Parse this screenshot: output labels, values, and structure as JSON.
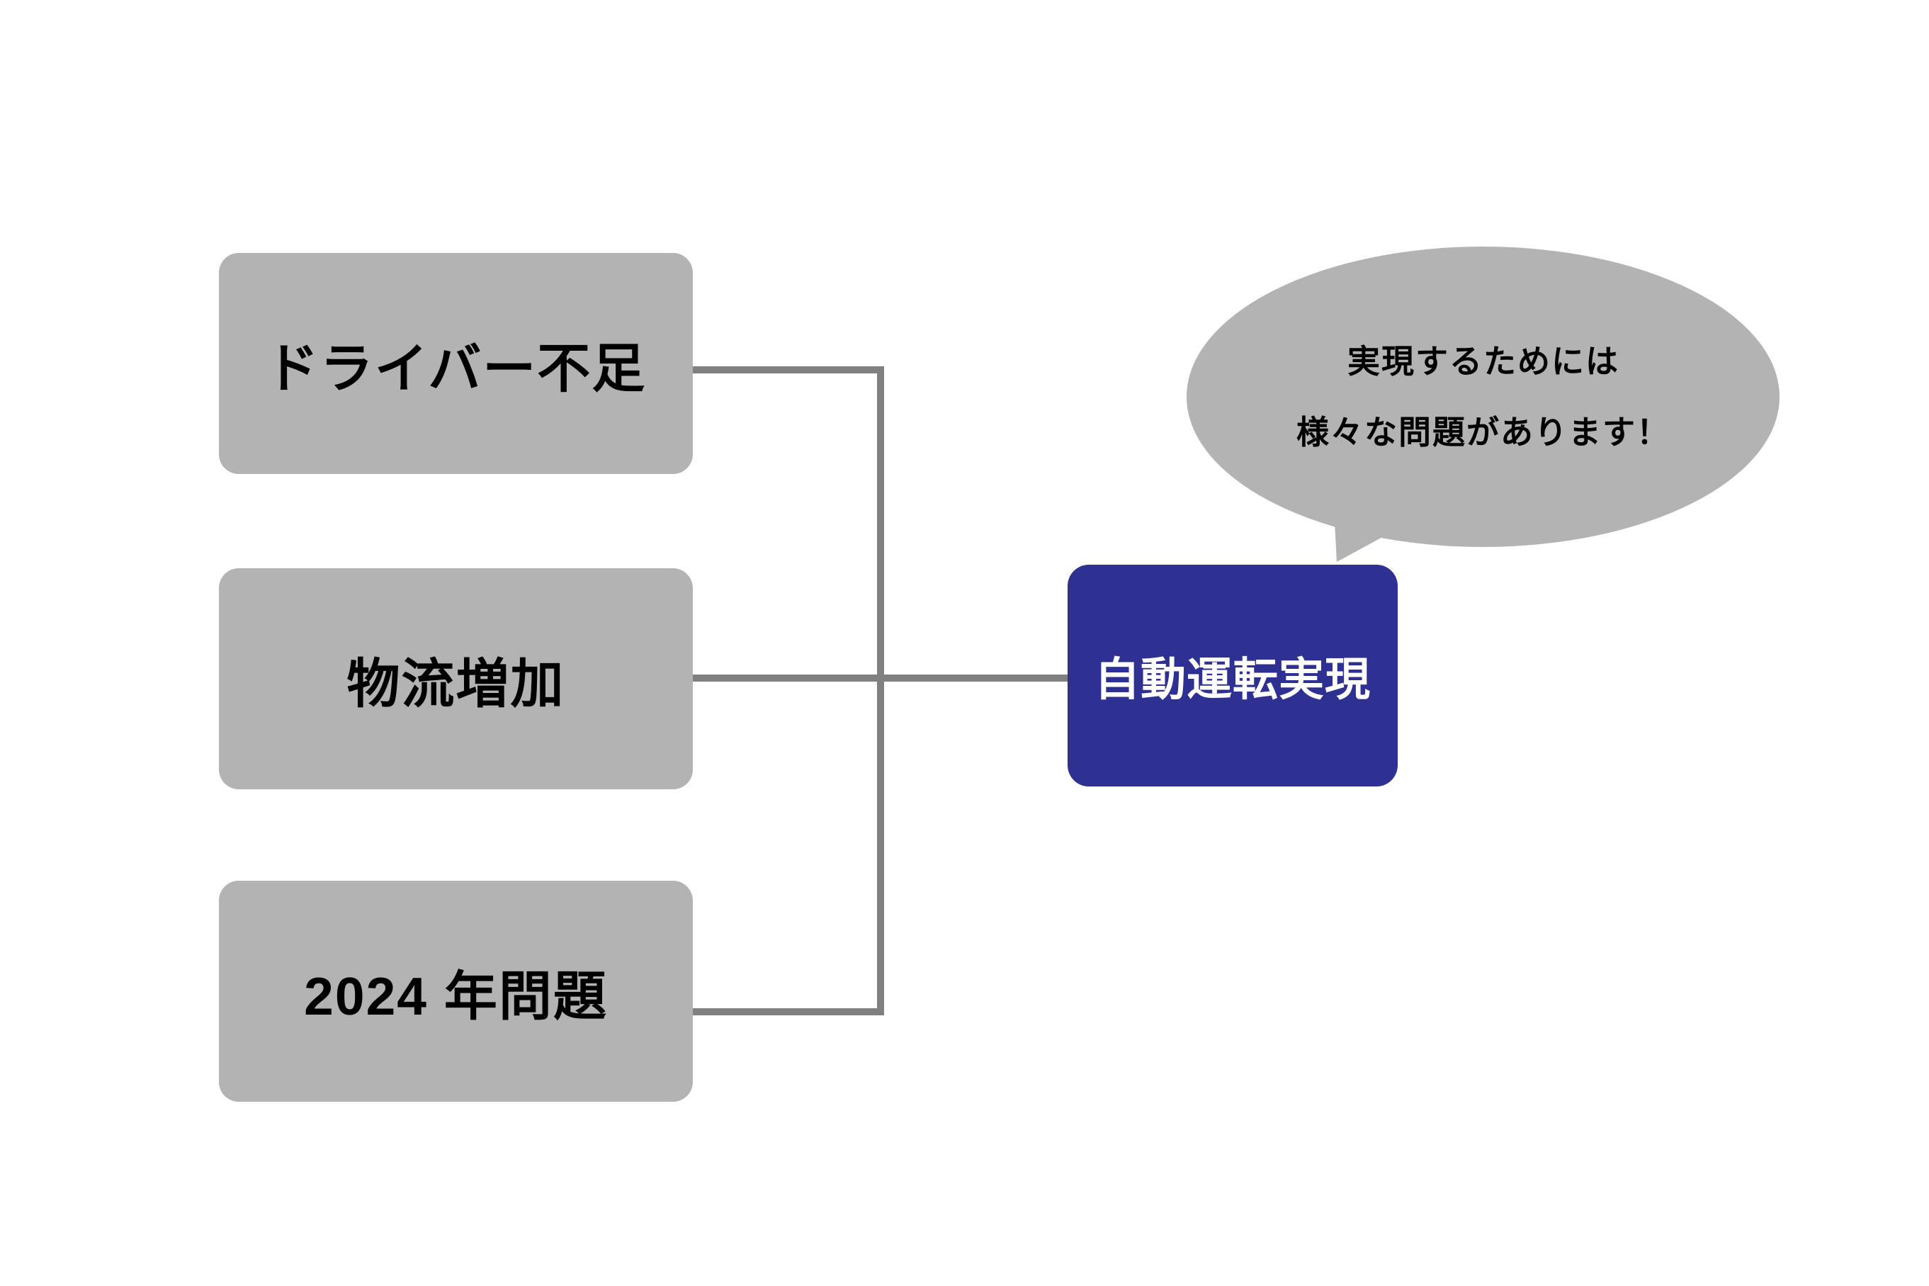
{
  "canvas": {
    "background": "#ffffff"
  },
  "colors": {
    "node_gray": "#b3b3b3",
    "connector_gray": "#808080",
    "accent_blue": "#2f3192",
    "text_black": "#000000",
    "text_white": "#ffffff"
  },
  "diagram": {
    "left_nodes": [
      {
        "label": "ドライバー不足"
      },
      {
        "label": "物流増加"
      },
      {
        "label": "2024 年問題"
      }
    ],
    "result_node": {
      "label": "自動運転実現"
    },
    "speech_bubble": {
      "line1": "実現するためには",
      "line2": "様々な問題があります！"
    }
  }
}
